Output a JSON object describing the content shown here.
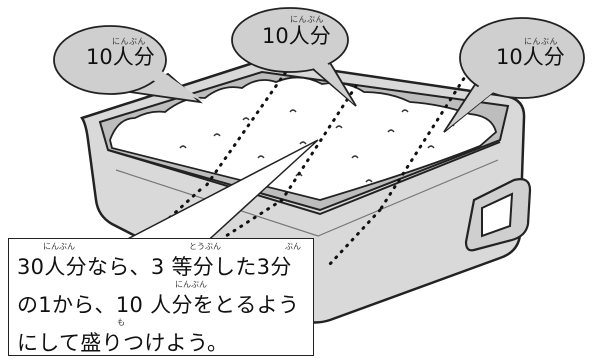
{
  "bubbles": [
    {
      "label": "10人分",
      "ruby": "にんぶん"
    },
    {
      "label": "10人分",
      "ruby": "にんぶん"
    },
    {
      "label": "10人分",
      "ruby": "にんぶん"
    }
  ],
  "caption": {
    "line1": "30人分なら、3 等分した3分",
    "line2": "の1から、10 人分をとるよう",
    "line3": "にして盛りつけよう。",
    "ruby_ninbun_1": "にんぶん",
    "ruby_toubun": "とうぶん",
    "ruby_bun": "ぶん",
    "ruby_ninbun_2": "にんぶん",
    "ruby_mo": "も"
  }
}
